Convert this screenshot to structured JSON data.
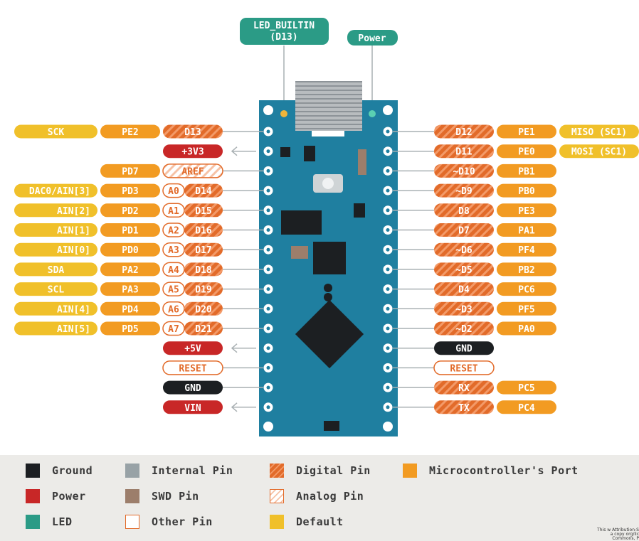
{
  "top_labels": {
    "led_builtin": "LED_BUILTIN",
    "led_builtin_pin": "(D13)",
    "power": "Power"
  },
  "left_rows": [
    {
      "func": "SCK",
      "port": "PE2",
      "analog": "",
      "digital": "D13",
      "kind": "digital"
    },
    {
      "func": "",
      "port": "",
      "analog": "",
      "digital": "+3V3",
      "kind": "power"
    },
    {
      "func": "",
      "port": "PD7",
      "analog": "",
      "digital": "AREF",
      "kind": "aref"
    },
    {
      "func": "DAC0/AIN[3]",
      "port": "PD3",
      "analog": "A0",
      "digital": "D14",
      "kind": "digital"
    },
    {
      "func": "AIN[2]",
      "port": "PD2",
      "analog": "A1",
      "digital": "D15",
      "kind": "digital"
    },
    {
      "func": "AIN[1]",
      "port": "PD1",
      "analog": "A2",
      "digital": "D16",
      "kind": "digital"
    },
    {
      "func": "AIN[0]",
      "port": "PD0",
      "analog": "A3",
      "digital": "D17",
      "kind": "digital"
    },
    {
      "func": "SDA",
      "port": "PA2",
      "analog": "A4",
      "digital": "D18",
      "kind": "digital"
    },
    {
      "func": "SCL",
      "port": "PA3",
      "analog": "A5",
      "digital": "D19",
      "kind": "digital"
    },
    {
      "func": "AIN[4]",
      "port": "PD4",
      "analog": "A6",
      "digital": "D20",
      "kind": "digital"
    },
    {
      "func": "AIN[5]",
      "port": "PD5",
      "analog": "A7",
      "digital": "D21",
      "kind": "digital"
    },
    {
      "func": "",
      "port": "",
      "analog": "",
      "digital": "+5V",
      "kind": "power"
    },
    {
      "func": "",
      "port": "",
      "analog": "",
      "digital": "RESET",
      "kind": "other"
    },
    {
      "func": "",
      "port": "",
      "analog": "",
      "digital": "GND",
      "kind": "ground"
    },
    {
      "func": "",
      "port": "",
      "analog": "",
      "digital": "VIN",
      "kind": "power"
    }
  ],
  "right_rows": [
    {
      "digital": "D12",
      "port": "PE1",
      "func": "MISO (SC1)",
      "kind": "digital"
    },
    {
      "digital": "D11",
      "port": "PE0",
      "func": "MOSI (SC1)",
      "kind": "digital"
    },
    {
      "digital": "~D10",
      "port": "PB1",
      "func": "",
      "kind": "digital"
    },
    {
      "digital": "~D9",
      "port": "PB0",
      "func": "",
      "kind": "digital"
    },
    {
      "digital": "D8",
      "port": "PE3",
      "func": "",
      "kind": "digital"
    },
    {
      "digital": "D7",
      "port": "PA1",
      "func": "",
      "kind": "digital"
    },
    {
      "digital": "~D6",
      "port": "PF4",
      "func": "",
      "kind": "digital"
    },
    {
      "digital": "~D5",
      "port": "PB2",
      "func": "",
      "kind": "digital"
    },
    {
      "digital": "D4",
      "port": "PC6",
      "func": "",
      "kind": "digital"
    },
    {
      "digital": "~D3",
      "port": "PF5",
      "func": "",
      "kind": "digital"
    },
    {
      "digital": "~D2",
      "port": "PA0",
      "func": "",
      "kind": "digital"
    },
    {
      "digital": "GND",
      "port": "",
      "func": "",
      "kind": "ground"
    },
    {
      "digital": "RESET",
      "port": "",
      "func": "",
      "kind": "other"
    },
    {
      "digital": "RX",
      "port": "PC5",
      "func": "",
      "kind": "digital"
    },
    {
      "digital": "TX",
      "port": "PC4",
      "func": "",
      "kind": "digital"
    }
  ],
  "legend": [
    {
      "label": "Ground",
      "kind": "ground"
    },
    {
      "label": "Power",
      "kind": "power"
    },
    {
      "label": "LED",
      "kind": "led"
    },
    {
      "label": "Internal Pin",
      "kind": "internal"
    },
    {
      "label": "SWD Pin",
      "kind": "swd"
    },
    {
      "label": "Other Pin",
      "kind": "other"
    },
    {
      "label": "Digital Pin",
      "kind": "digital"
    },
    {
      "label": "Analog Pin",
      "kind": "analog"
    },
    {
      "label": "Default",
      "kind": "default"
    },
    {
      "label": "Microcontroller's Port",
      "kind": "port"
    }
  ],
  "license_text": "This w Attribution-S a copy org/lic Commons, P",
  "colors": {
    "board": "#1f7fa0",
    "digital": "#e26b2a",
    "digital_stripe": "#f39a68",
    "port": "#f29b22",
    "default": "#f0c02a",
    "power": "#c82727",
    "ground": "#1c1f22",
    "led": "#2b9b86",
    "internal": "#98a2a6",
    "swd": "#9c7e6b",
    "other_border": "#e26b2a",
    "text_dark": "#3a3a3a"
  }
}
